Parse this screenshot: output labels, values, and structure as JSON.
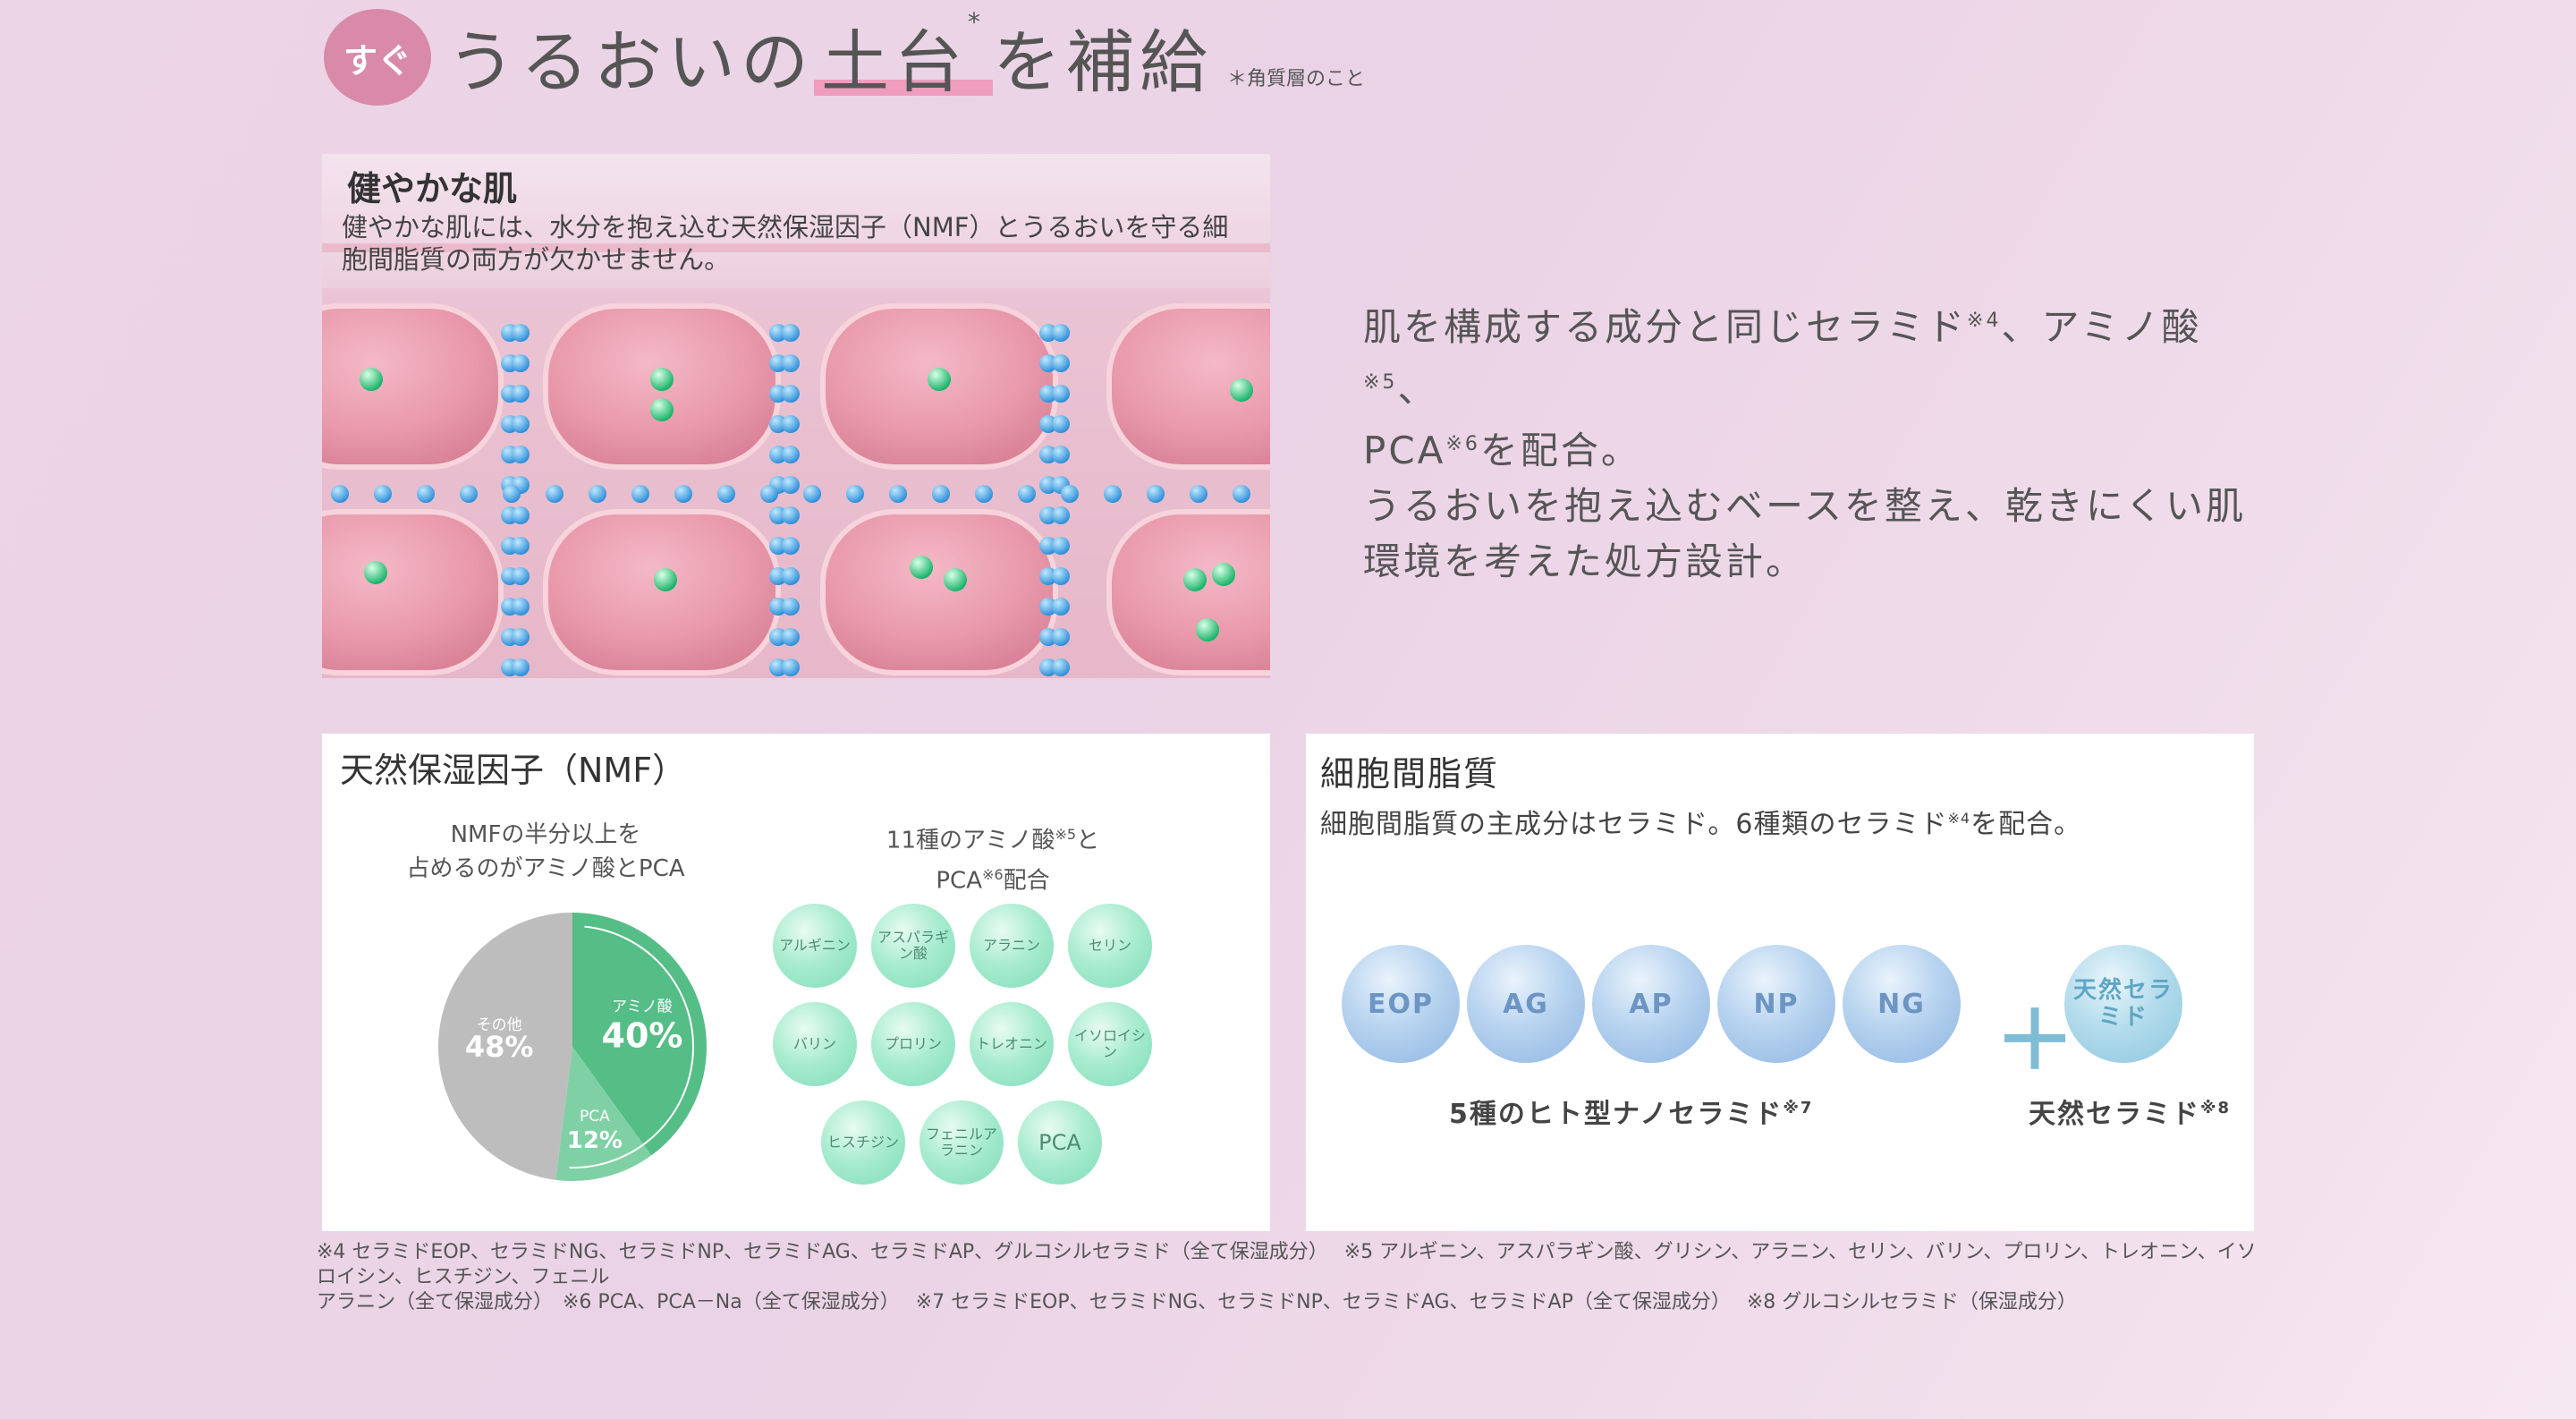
{
  "header": {
    "badge": "すぐ",
    "headline_pre": "うるおいの",
    "headline_highlight": "土台",
    "headline_mark": "*",
    "headline_post": "を補給",
    "star_note": "＊角質層のこと"
  },
  "skin_panel": {
    "title": "健やかな肌",
    "description": "健やかな肌には、水分を抱え込む天然保湿因子（NMF）とうるおいを守る細胞間脂質の両方が欠かせません。"
  },
  "ceramide_text": {
    "line1": "肌を構成する成分と同じセラミド",
    "n4": "※4",
    "line1b": "、アミノ酸",
    "n5": "※5",
    "line1c": "、",
    "line2": "PCA",
    "n6": "※6",
    "line2b": "を配合。",
    "line3": "うるおいを抱え込むベースを整え、乾きにくい肌環境を考えた処方設計。"
  },
  "nmf": {
    "title": "天然保湿因子（NMF）",
    "sub_left_1": "NMFの半分以上を",
    "sub_left_2": "占めるのがアミノ酸とPCA",
    "sub_right_1": "11種のアミノ酸",
    "sub_right_n": "※5",
    "sub_right_1b": "と",
    "sub_right_2": "PCA",
    "sub_right_n2": "※6",
    "sub_right_2b": "配合",
    "amino_acids": [
      "アルギニン",
      "アスパラギン酸",
      "アラニン",
      "セリン",
      "バリン",
      "プロリン",
      "トレオニン",
      "イソロイシン",
      "ヒスチジン",
      "フェニルアラニン",
      "PCA"
    ]
  },
  "chart_data": {
    "type": "pie",
    "slices": [
      {
        "label": "アミノ酸",
        "value": 40,
        "display": "40%",
        "color": "#55bd86"
      },
      {
        "label": "PCA",
        "value": 12,
        "display": "12%",
        "color": "#7fd1a5"
      },
      {
        "label": "その他",
        "value": 48,
        "display": "48%",
        "color": "#bdbdbd"
      }
    ]
  },
  "lipid": {
    "title": "細胞間脂質",
    "desc_a": "細胞間脂質の主成分はセラミド。6種類のセラミド",
    "desc_n": "※4",
    "desc_b": "を配合。",
    "ceramides": [
      "EOP",
      "AG",
      "AP",
      "NP",
      "NG"
    ],
    "natural": "天然セラミド",
    "label_5": "5種のヒト型ナノセラミド",
    "label_5_n": "※7",
    "label_nat": "天然セラミド",
    "label_nat_n": "※8",
    "colors": {
      "ceramide": "#8fb6e2",
      "natural": "#8cc6de"
    }
  },
  "footnotes": {
    "line1": "※4 セラミドEOP、セラミドNG、セラミドNP、セラミドAG、セラミドAP、グルコシルセラミド（全て保湿成分）　 ※5 アルギニン、アスパラギン酸、グリシン、アラニン、セリン、バリン、プロリン、トレオニン、イソロイシン、ヒスチジン、フェニル",
    "line2": "アラニン（全て保湿成分）　※6 PCA、PCA－Na（全て保湿成分）　 ※7 セラミドEOP、セラミドNG、セラミドNP、セラミドAG、セラミドAP（全て保湿成分）　 ※8 グルコシルセラミド（保湿成分）"
  }
}
